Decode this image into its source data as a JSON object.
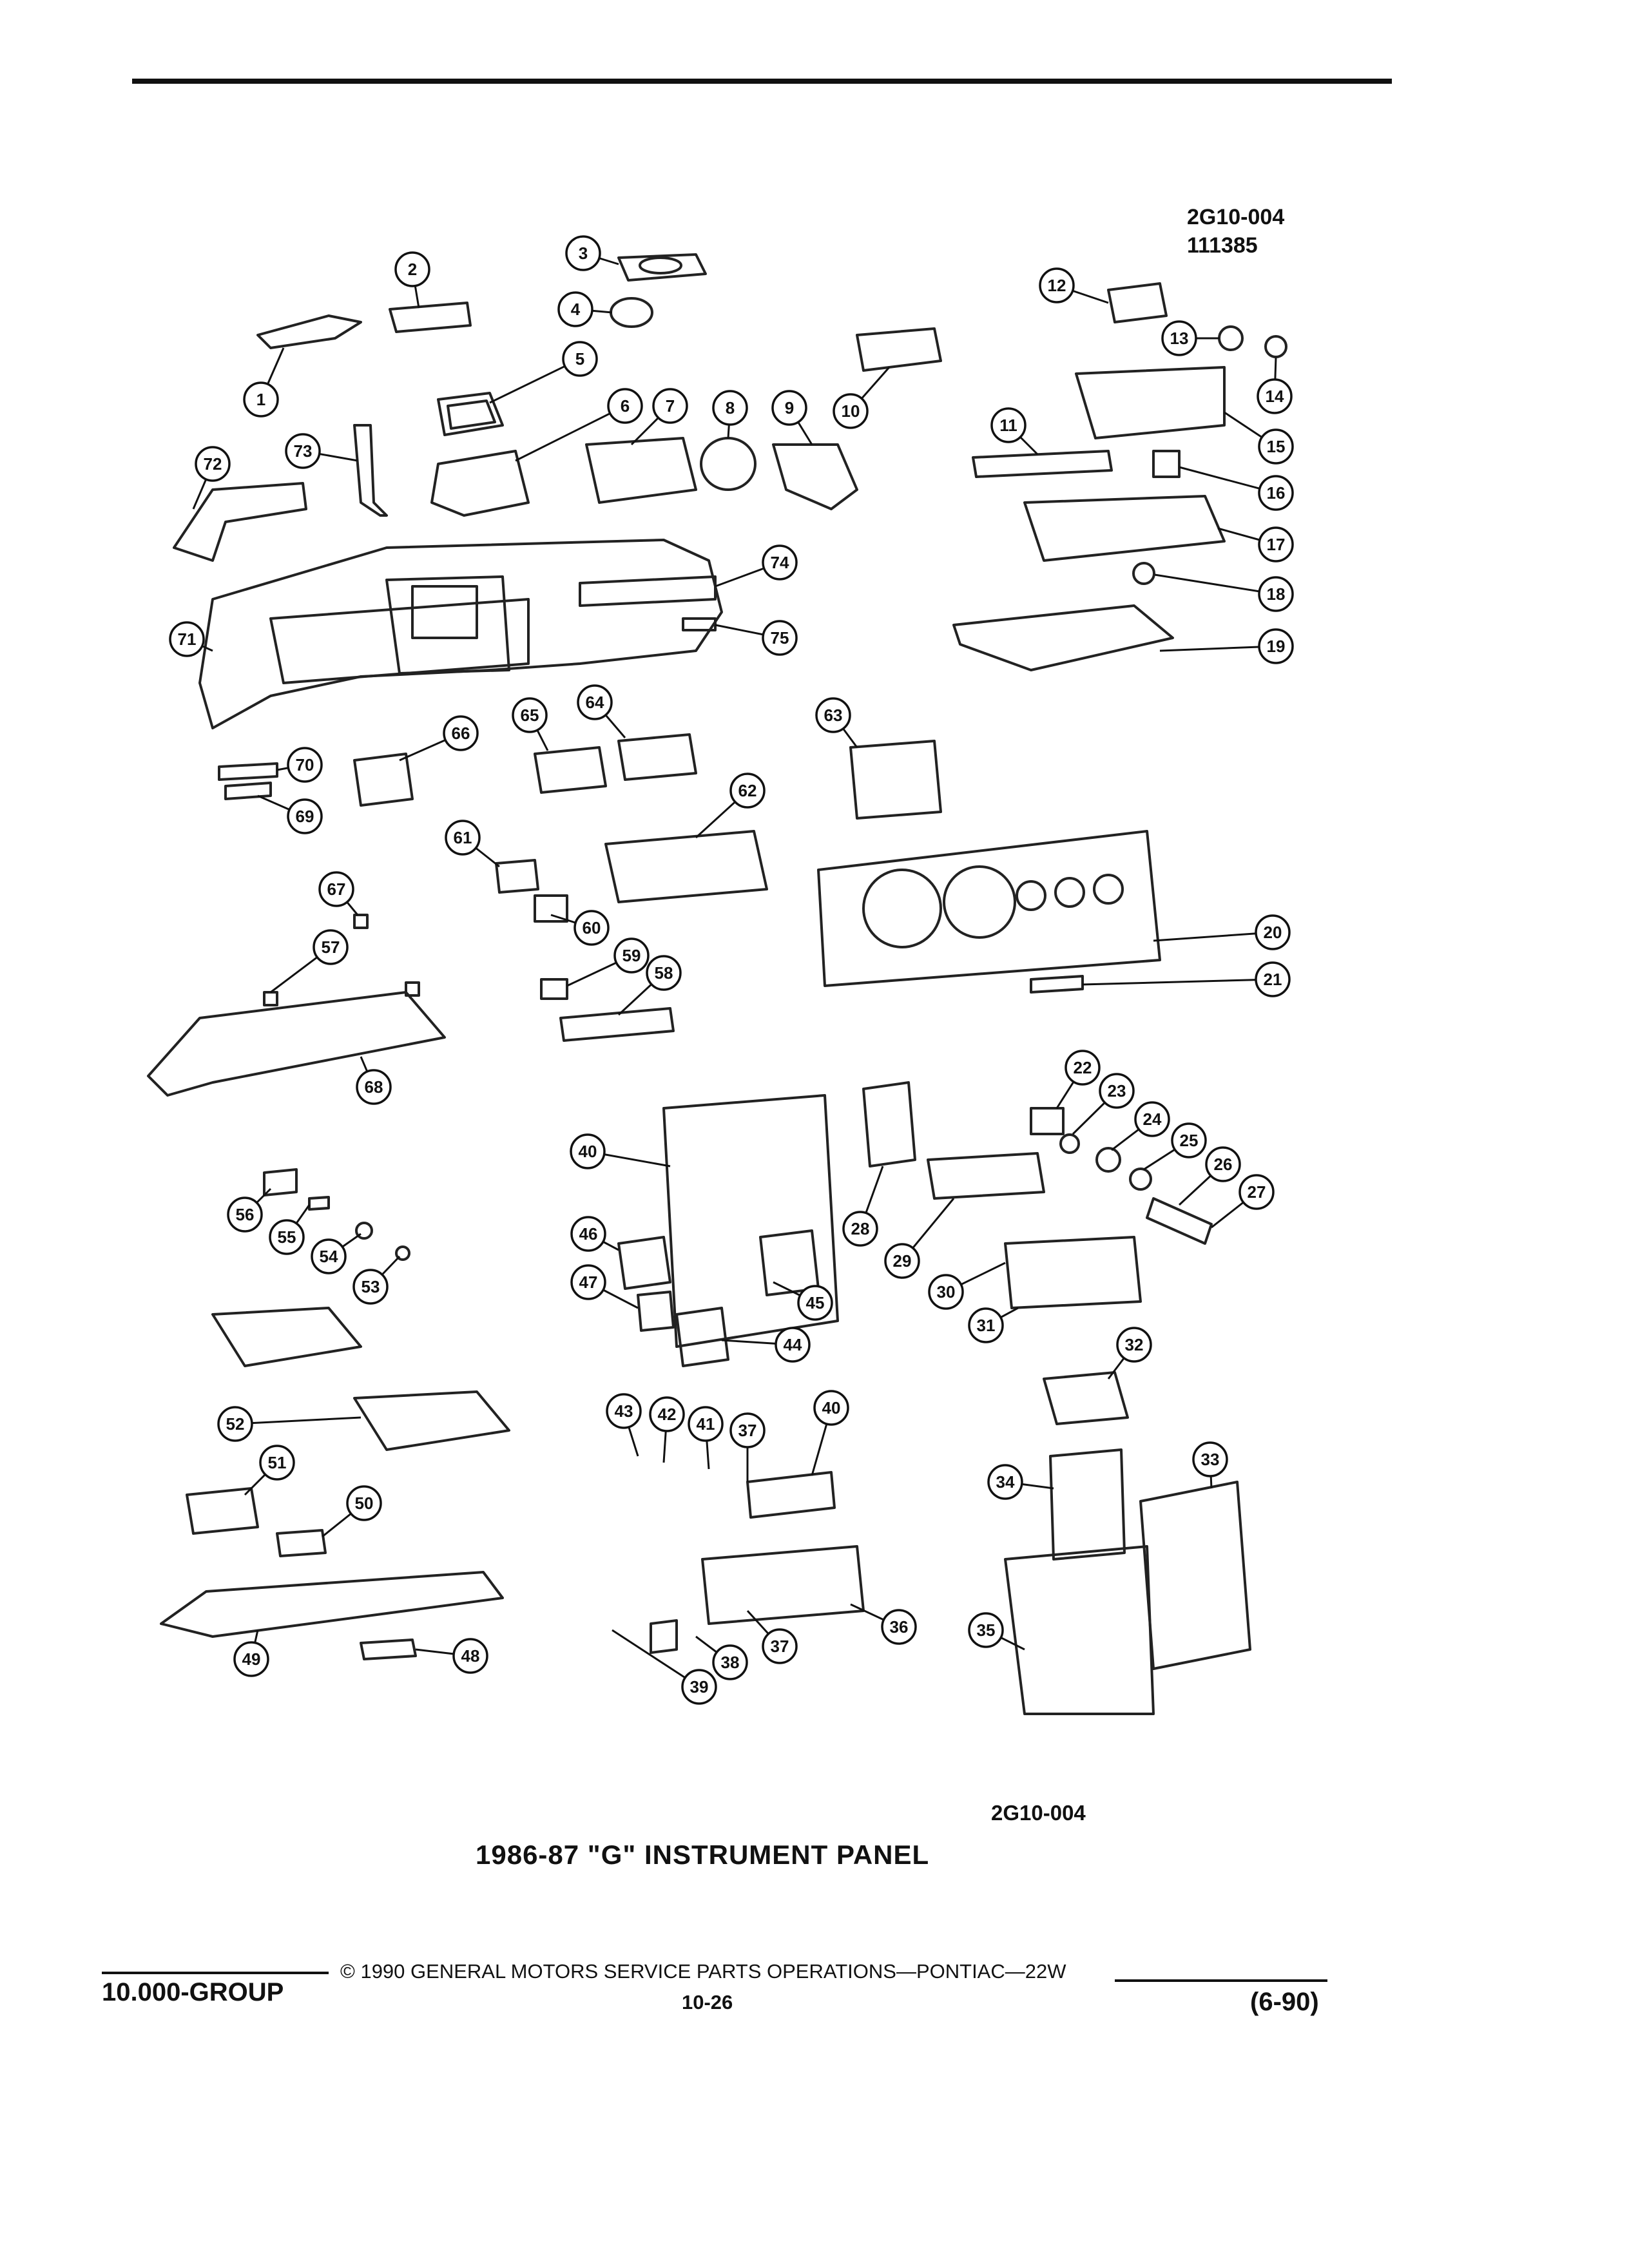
{
  "diagram": {
    "code_top": "2G10-004",
    "date_code": "111385",
    "code_bottom": "2G10-004",
    "title": "1986-87 \"G\" INSTRUMENT PANEL"
  },
  "footer": {
    "group": "10.000-GROUP",
    "copyright": "© 1990 GENERAL MOTORS SERVICE PARTS OPERATIONS—PONTIAC—22W",
    "page_number": "10-26",
    "revision": "(6-90)"
  },
  "callouts": [
    {
      "num": "1",
      "name": "callout-1"
    },
    {
      "num": "2",
      "name": "callout-2"
    },
    {
      "num": "3",
      "name": "callout-3"
    },
    {
      "num": "4",
      "name": "callout-4"
    },
    {
      "num": "5",
      "name": "callout-5"
    },
    {
      "num": "6",
      "name": "callout-6"
    },
    {
      "num": "7",
      "name": "callout-7"
    },
    {
      "num": "8",
      "name": "callout-8"
    },
    {
      "num": "9",
      "name": "callout-9"
    },
    {
      "num": "10",
      "name": "callout-10"
    },
    {
      "num": "11",
      "name": "callout-11"
    },
    {
      "num": "12",
      "name": "callout-12"
    },
    {
      "num": "13",
      "name": "callout-13"
    },
    {
      "num": "14",
      "name": "callout-14"
    },
    {
      "num": "15",
      "name": "callout-15"
    },
    {
      "num": "16",
      "name": "callout-16"
    },
    {
      "num": "17",
      "name": "callout-17"
    },
    {
      "num": "18",
      "name": "callout-18"
    },
    {
      "num": "19",
      "name": "callout-19"
    },
    {
      "num": "20",
      "name": "callout-20"
    },
    {
      "num": "21",
      "name": "callout-21"
    },
    {
      "num": "22",
      "name": "callout-22"
    },
    {
      "num": "23",
      "name": "callout-23"
    },
    {
      "num": "24",
      "name": "callout-24"
    },
    {
      "num": "25",
      "name": "callout-25"
    },
    {
      "num": "26",
      "name": "callout-26"
    },
    {
      "num": "27",
      "name": "callout-27"
    },
    {
      "num": "28",
      "name": "callout-28"
    },
    {
      "num": "29",
      "name": "callout-29"
    },
    {
      "num": "30",
      "name": "callout-30"
    },
    {
      "num": "31",
      "name": "callout-31"
    },
    {
      "num": "32",
      "name": "callout-32"
    },
    {
      "num": "33",
      "name": "callout-33"
    },
    {
      "num": "34",
      "name": "callout-34"
    },
    {
      "num": "35",
      "name": "callout-35"
    },
    {
      "num": "36",
      "name": "callout-36"
    },
    {
      "num": "37",
      "name": "callout-37a"
    },
    {
      "num": "37",
      "name": "callout-37b"
    },
    {
      "num": "38",
      "name": "callout-38"
    },
    {
      "num": "39",
      "name": "callout-39"
    },
    {
      "num": "40",
      "name": "callout-40a"
    },
    {
      "num": "40",
      "name": "callout-40b"
    },
    {
      "num": "41",
      "name": "callout-41"
    },
    {
      "num": "42",
      "name": "callout-42"
    },
    {
      "num": "43",
      "name": "callout-43"
    },
    {
      "num": "44",
      "name": "callout-44"
    },
    {
      "num": "45",
      "name": "callout-45"
    },
    {
      "num": "46",
      "name": "callout-46"
    },
    {
      "num": "47",
      "name": "callout-47"
    },
    {
      "num": "48",
      "name": "callout-48"
    },
    {
      "num": "49",
      "name": "callout-49"
    },
    {
      "num": "50",
      "name": "callout-50"
    },
    {
      "num": "51",
      "name": "callout-51"
    },
    {
      "num": "52",
      "name": "callout-52"
    },
    {
      "num": "53",
      "name": "callout-53"
    },
    {
      "num": "54",
      "name": "callout-54"
    },
    {
      "num": "55",
      "name": "callout-55"
    },
    {
      "num": "56",
      "name": "callout-56"
    },
    {
      "num": "57",
      "name": "callout-57"
    },
    {
      "num": "58",
      "name": "callout-58"
    },
    {
      "num": "59",
      "name": "callout-59"
    },
    {
      "num": "60",
      "name": "callout-60"
    },
    {
      "num": "61",
      "name": "callout-61"
    },
    {
      "num": "62",
      "name": "callout-62"
    },
    {
      "num": "63",
      "name": "callout-63"
    },
    {
      "num": "64",
      "name": "callout-64"
    },
    {
      "num": "65",
      "name": "callout-65"
    },
    {
      "num": "66",
      "name": "callout-66"
    },
    {
      "num": "67",
      "name": "callout-67"
    },
    {
      "num": "68",
      "name": "callout-68"
    },
    {
      "num": "69",
      "name": "callout-69"
    },
    {
      "num": "70",
      "name": "callout-70"
    },
    {
      "num": "71",
      "name": "callout-71"
    },
    {
      "num": "72",
      "name": "callout-72"
    },
    {
      "num": "73",
      "name": "callout-73"
    },
    {
      "num": "74",
      "name": "callout-74"
    },
    {
      "num": "75",
      "name": "callout-75"
    }
  ]
}
